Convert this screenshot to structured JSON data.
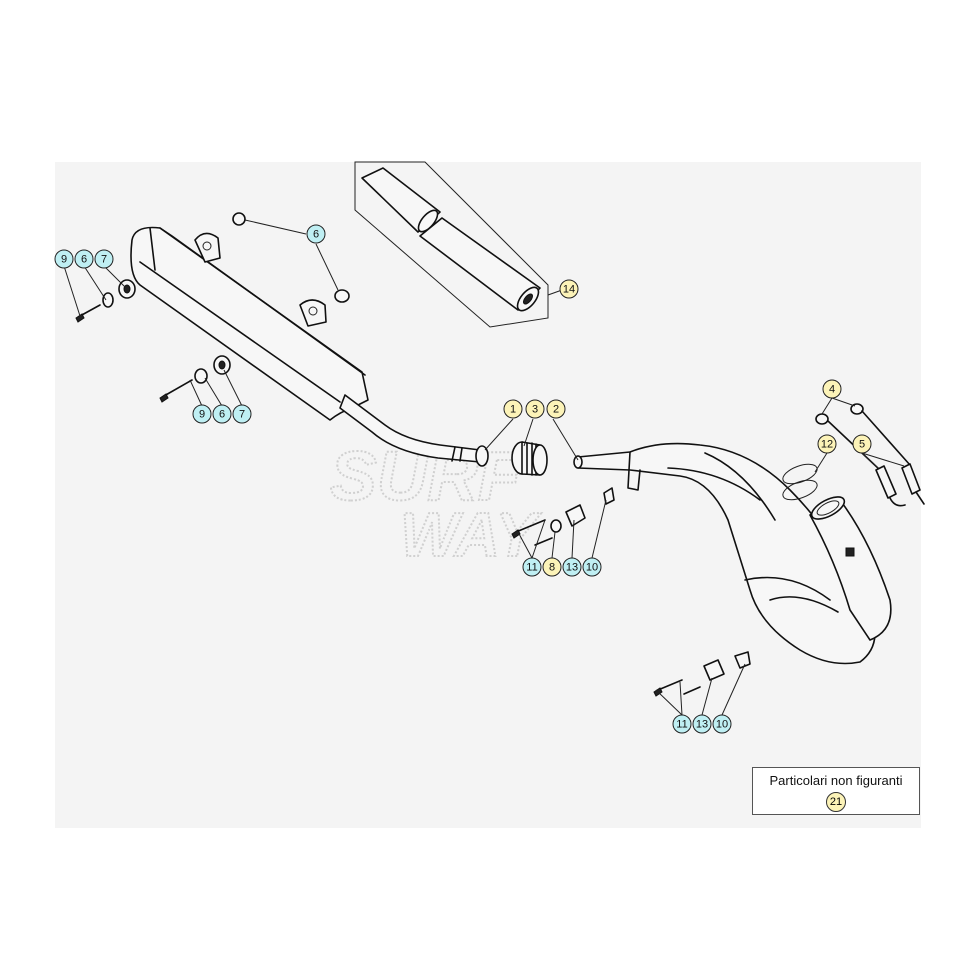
{
  "colors": {
    "cyan": "#bfeff3",
    "yellow": "#fcf3b8"
  },
  "watermark": {
    "line1": "SURF",
    "line2": "WAY"
  },
  "diagram": {
    "callouts": [
      {
        "id": "c-9-a",
        "label": "9",
        "color": "cyan"
      },
      {
        "id": "c-6-a",
        "label": "6",
        "color": "cyan"
      },
      {
        "id": "c-7-a",
        "label": "7",
        "color": "cyan"
      },
      {
        "id": "c-6-top",
        "label": "6",
        "color": "cyan"
      },
      {
        "id": "c-9-b",
        "label": "9",
        "color": "cyan"
      },
      {
        "id": "c-6-b",
        "label": "6",
        "color": "cyan"
      },
      {
        "id": "c-7-b",
        "label": "7",
        "color": "cyan"
      },
      {
        "id": "c-14",
        "label": "14",
        "color": "yellow"
      },
      {
        "id": "c-1",
        "label": "1",
        "color": "yellow"
      },
      {
        "id": "c-3",
        "label": "3",
        "color": "yellow"
      },
      {
        "id": "c-2",
        "label": "2",
        "color": "yellow"
      },
      {
        "id": "c-4",
        "label": "4",
        "color": "yellow"
      },
      {
        "id": "c-12",
        "label": "12",
        "color": "yellow"
      },
      {
        "id": "c-5",
        "label": "5",
        "color": "yellow"
      },
      {
        "id": "c-11-a",
        "label": "11",
        "color": "cyan"
      },
      {
        "id": "c-8",
        "label": "8",
        "color": "yellow"
      },
      {
        "id": "c-13-a",
        "label": "13",
        "color": "cyan"
      },
      {
        "id": "c-10-a",
        "label": "10",
        "color": "cyan"
      },
      {
        "id": "c-11-b",
        "label": "11",
        "color": "cyan"
      },
      {
        "id": "c-13-b",
        "label": "13",
        "color": "cyan"
      },
      {
        "id": "c-10-b",
        "label": "10",
        "color": "cyan"
      }
    ]
  },
  "legend": {
    "label": "Particolari non figuranti",
    "number": "21",
    "color": "yellow"
  }
}
